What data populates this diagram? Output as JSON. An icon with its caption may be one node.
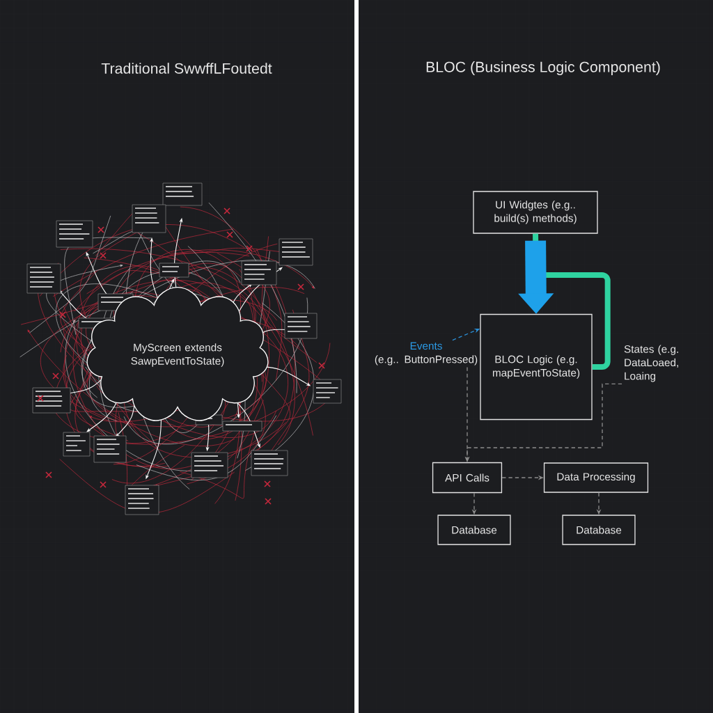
{
  "diagram": {
    "nodes": [
      {
        "text": [
          "MyScreen extends SawpEventToState)"
        ]
      },
      {
        "text": [
          "UI Widgtes (e.g.. build(s) methods)"
        ]
      },
      {
        "text": [
          "BLOC Logic (e.g. mapEventToState)"
        ]
      },
      {
        "text": [
          "Events",
          "(e.g.. ButtonPressed)"
        ]
      },
      {
        "text": [
          "States (e.g. DataLoaed, Loaing"
        ]
      },
      {
        "text": [
          "API Calls"
        ]
      },
      {
        "text": [
          "Data Processing"
        ]
      },
      {
        "text": [
          "Database"
        ]
      },
      {
        "text": [
          "Database"
        ]
      }
    ],
    "edges": [
      {
        "from": 1,
        "to": 2,
        "arrow": "to",
        "style": "thick",
        "color": "#1ea1ea"
      },
      {
        "from": 2,
        "to": 1,
        "arrow": "none",
        "style": "thick",
        "color": "#2fd3a0"
      },
      {
        "from": 3,
        "to": 2,
        "arrow": "to",
        "style": "dashed",
        "color": "#2b8fd6"
      },
      {
        "from": 3,
        "to": 5,
        "arrow": "to",
        "style": "dashed"
      },
      {
        "from": 4,
        "to": 5,
        "arrow": "to",
        "style": "dashed"
      },
      {
        "from": 5,
        "to": 6,
        "arrow": "to",
        "style": "dashed"
      },
      {
        "from": 5,
        "to": 7,
        "arrow": "to",
        "style": "dashed"
      },
      {
        "from": 6,
        "to": 8,
        "arrow": "to",
        "style": "dashed"
      }
    ],
    "labels": [
      "Traditional SwwffLFoutedt",
      "BLOC (Business Logic Component)"
    ]
  }
}
